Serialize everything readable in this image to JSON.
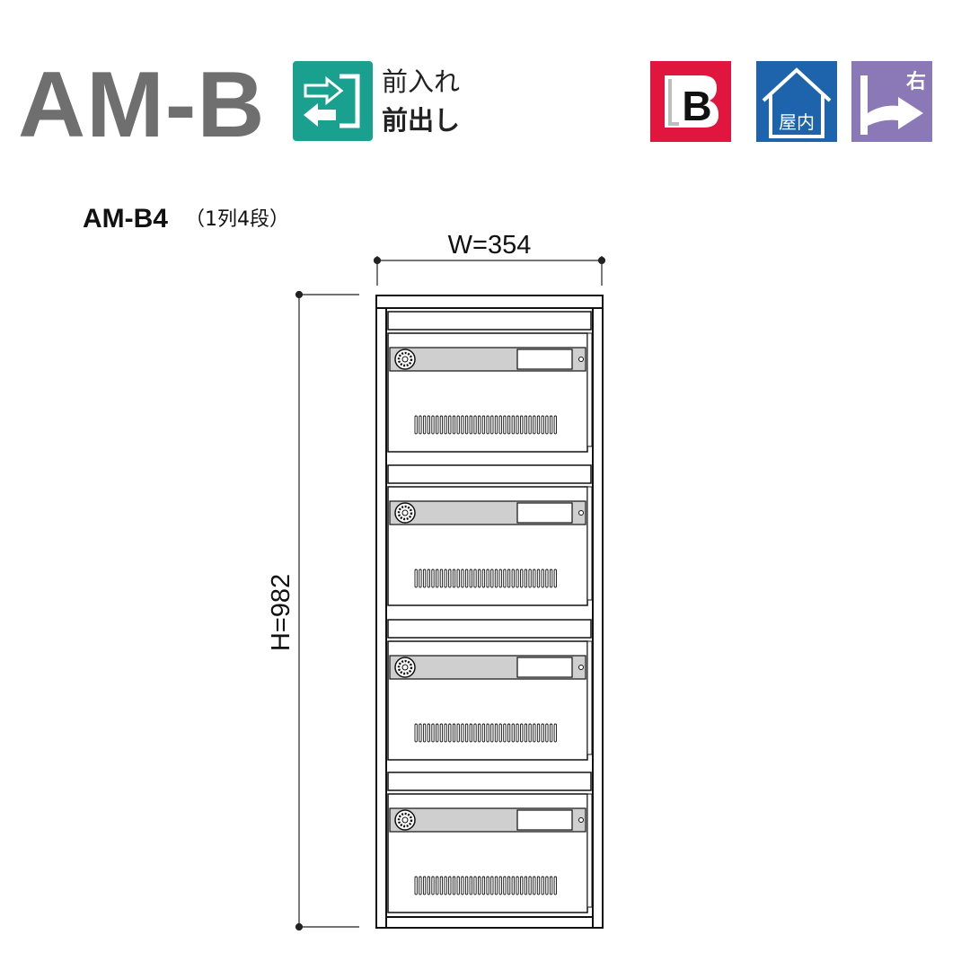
{
  "header": {
    "model": "AM-B",
    "direction": {
      "icon": "front-in-front-out-icon",
      "line1": "前入れ",
      "line2": "前出し",
      "color": "#1aa08e"
    },
    "badges": [
      {
        "name": "lb-badge",
        "text": "B",
        "color": "#e0163f"
      },
      {
        "name": "indoor-badge",
        "text": "屋内",
        "color": "#1e64ad"
      },
      {
        "name": "right-hinge-badge",
        "text": "右",
        "color": "#8a78b7"
      }
    ]
  },
  "variant": {
    "name": "AM-B4",
    "desc": "（1列4段）"
  },
  "dimensions": {
    "width_label": "W=354",
    "height_label": "H=982"
  }
}
